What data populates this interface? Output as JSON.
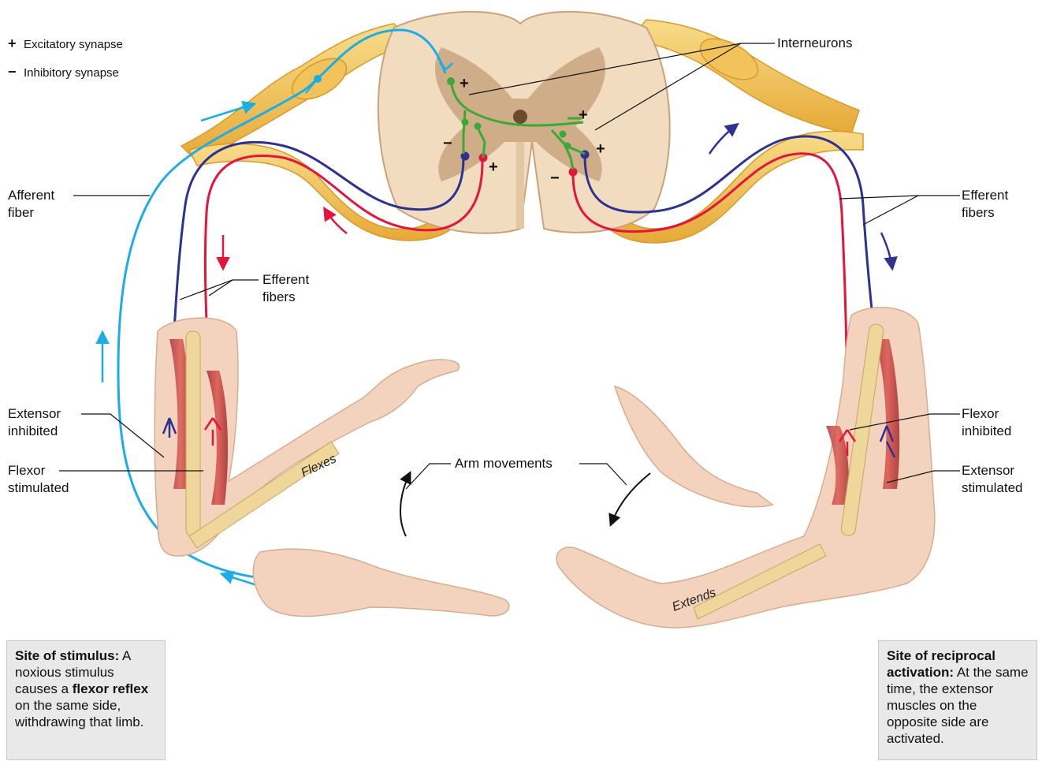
{
  "legend": {
    "excitatory": {
      "symbol": "+",
      "label": "Excitatory synapse"
    },
    "inhibitory": {
      "symbol": "−",
      "label": "Inhibitory synapse"
    }
  },
  "labels": {
    "interneurons": "Interneurons",
    "afferent_fiber": [
      "Afferent",
      "fiber"
    ],
    "efferent_fibers_left": [
      "Efferent",
      "fibers"
    ],
    "efferent_fibers_right": [
      "Efferent",
      "fibers"
    ],
    "extensor_inhibited": [
      "Extensor",
      "inhibited"
    ],
    "flexor_stimulated": [
      "Flexor",
      "stimulated"
    ],
    "flexor_inhibited": [
      "Flexor",
      "inhibited"
    ],
    "extensor_stimulated": [
      "Extensor",
      "stimulated"
    ],
    "arm_movements": "Arm movements",
    "flexes": "Flexes",
    "extends": "Extends"
  },
  "synapse_signs": {
    "plus": "+",
    "minus": "−"
  },
  "stimulus_box": {
    "title": "Site of stimulus:",
    "text_1": "A noxious stimulus causes a ",
    "bold_1": "flexor reflex",
    "text_2": " on the same side, withdrawing that limb."
  },
  "reciprocal_box": {
    "title": "Site of reciprocal activation:",
    "text_1": " At the same time, the extensor muscles on the opposite side are activated."
  },
  "colors": {
    "afferent": "#1aaee8",
    "efferent_blue": "#2e3192",
    "efferent_red": "#e4143c",
    "interneuron": "#3aa935",
    "nerve": "#f2c35a",
    "cord_white": "#f1dcc0",
    "cord_gray": "#c9a47e",
    "skin": "#f3d3bd",
    "muscle": "#c43a35",
    "bone": "#efd69a",
    "info_box": "#e9e9e9"
  }
}
